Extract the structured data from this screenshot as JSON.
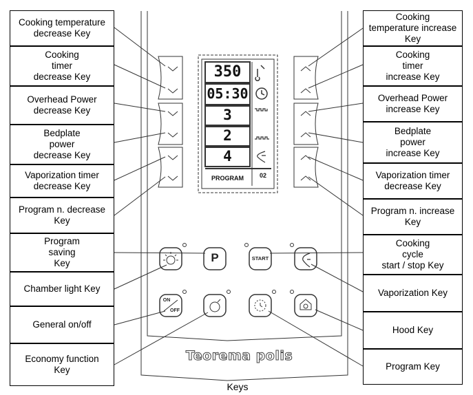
{
  "display": {
    "temperature": "350",
    "timer": "05:30",
    "overhead_power": "3",
    "bedplate_power": "2",
    "vaporization": "4",
    "program_label": "PROGRAM",
    "program_number": "02"
  },
  "brand": "Teorema polis",
  "caption": "Keys",
  "buttons": {
    "program_saving": "P",
    "start": "START",
    "on": "ON",
    "off": "OFF"
  },
  "labels": {
    "cooking_temp_decrease": "Cooking temperature\ndecrease Key",
    "cooking_timer_decrease": "Cooking\ntimer\ndecrease Key",
    "overhead_power_decrease": "Overhead Power\ndecrease Key",
    "bedplate_power_decrease": "Bedplate\npower\ndecrease Key",
    "vaporization_timer_decrease_left": "Vaporization timer\ndecrease Key",
    "program_n_decrease": "Program n. decrease\nKey",
    "program_saving": "Program\nsaving\nKey",
    "chamber_light": "Chamber light Key",
    "general_on_off": "General on/off",
    "economy_function": "Economy function\nKey",
    "cooking_temp_increase": "Cooking\ntemperature increase\nKey",
    "cooking_timer_increase": "Cooking\ntimer\nincrease Key",
    "overhead_power_increase": "Overhead Power\nincrease Key",
    "bedplate_power_increase": "Bedplate\npower\nincrease Key",
    "vaporization_timer_decrease_right": "Vaporization timer\ndecrease Key",
    "program_n_increase": "Program n. increase\nKey",
    "cooking_cycle_start_stop": "Cooking\ncycle\nstart / stop Key",
    "vaporization": "Vaporization Key",
    "hood": "Hood Key",
    "program": "Program Key"
  }
}
